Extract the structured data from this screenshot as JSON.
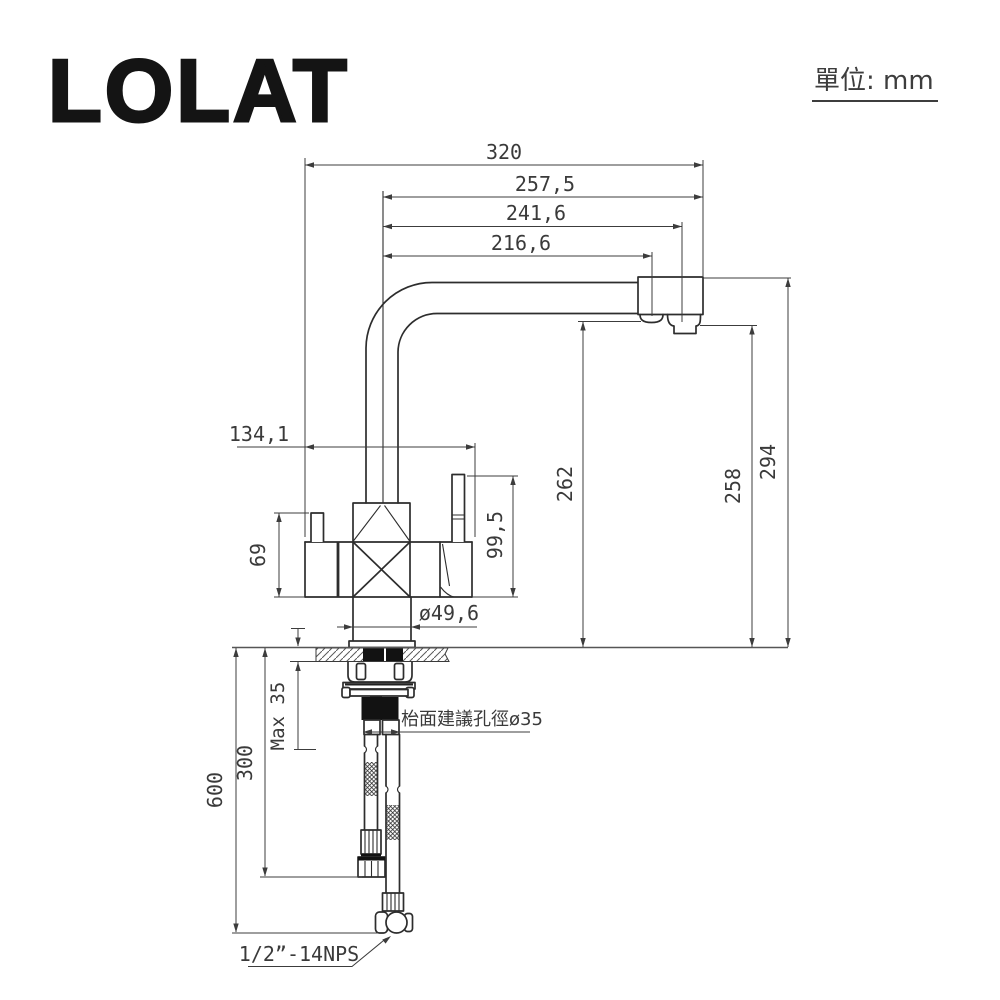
{
  "header": {
    "logo_text": "LOLAT",
    "units_label": "單位: mm"
  },
  "drawing": {
    "dims": {
      "d320": "320",
      "d257_5": "257,5",
      "d241_6": "241,6",
      "d216_6": "216,6",
      "d134_1": "134,1",
      "d69": "69",
      "d99_5": "99,5",
      "d49_6": "ø49,6",
      "d262": "262",
      "d258": "258",
      "d294": "294",
      "max35": "Max 35",
      "d300": "300",
      "d600": "600",
      "hole_note": "枱面建議孔徑ø35",
      "thread": "1/2”-14NPS"
    }
  }
}
